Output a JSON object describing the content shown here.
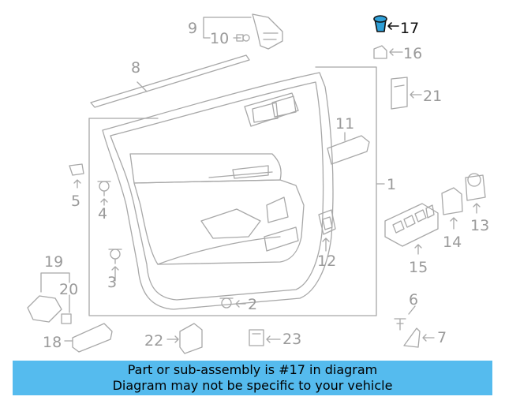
{
  "colors": {
    "line": "#a8a8a8",
    "label": "#9a9a9a",
    "highlight": "#111111",
    "highlight_fill": "#2fa0d8",
    "banner_bg": "#55bbee",
    "banner_text": "#000000"
  },
  "callouts": {
    "c1": "1",
    "c2": "2",
    "c3": "3",
    "c4": "4",
    "c5": "5",
    "c6": "6",
    "c7": "7",
    "c8": "8",
    "c9": "9",
    "c10": "10",
    "c11": "11",
    "c12": "12",
    "c13": "13",
    "c14": "14",
    "c15": "15",
    "c16": "16",
    "c17": "17",
    "c18": "18",
    "c19": "19",
    "c20": "20",
    "c21": "21",
    "c22": "22",
    "c23": "23"
  },
  "banner": {
    "line1": "Part or sub-assembly is #17 in diagram",
    "line2": "Diagram may not be specific to your vehicle"
  }
}
